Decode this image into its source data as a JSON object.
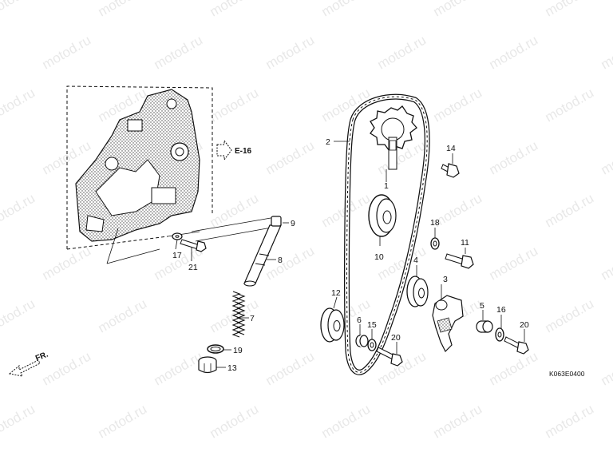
{
  "watermark_text": "motod.ru",
  "callouts": {
    "p1": "1",
    "p2": "2",
    "p3": "3",
    "p4": "4",
    "p5": "5",
    "p6": "6",
    "p7": "7",
    "p8": "8",
    "p9": "9",
    "p10": "10",
    "p11": "11",
    "p12": "12",
    "p13": "13",
    "p14": "14",
    "p15": "15",
    "p16": "16",
    "p17": "17",
    "p18": "18",
    "p19": "19",
    "p20a": "20",
    "p20b": "20",
    "p21": "21"
  },
  "reference": "E-16",
  "front_marker": "FR.",
  "figure_code": "K063E0400",
  "colors": {
    "line": "#111111",
    "watermark": "#9a9a9a"
  }
}
